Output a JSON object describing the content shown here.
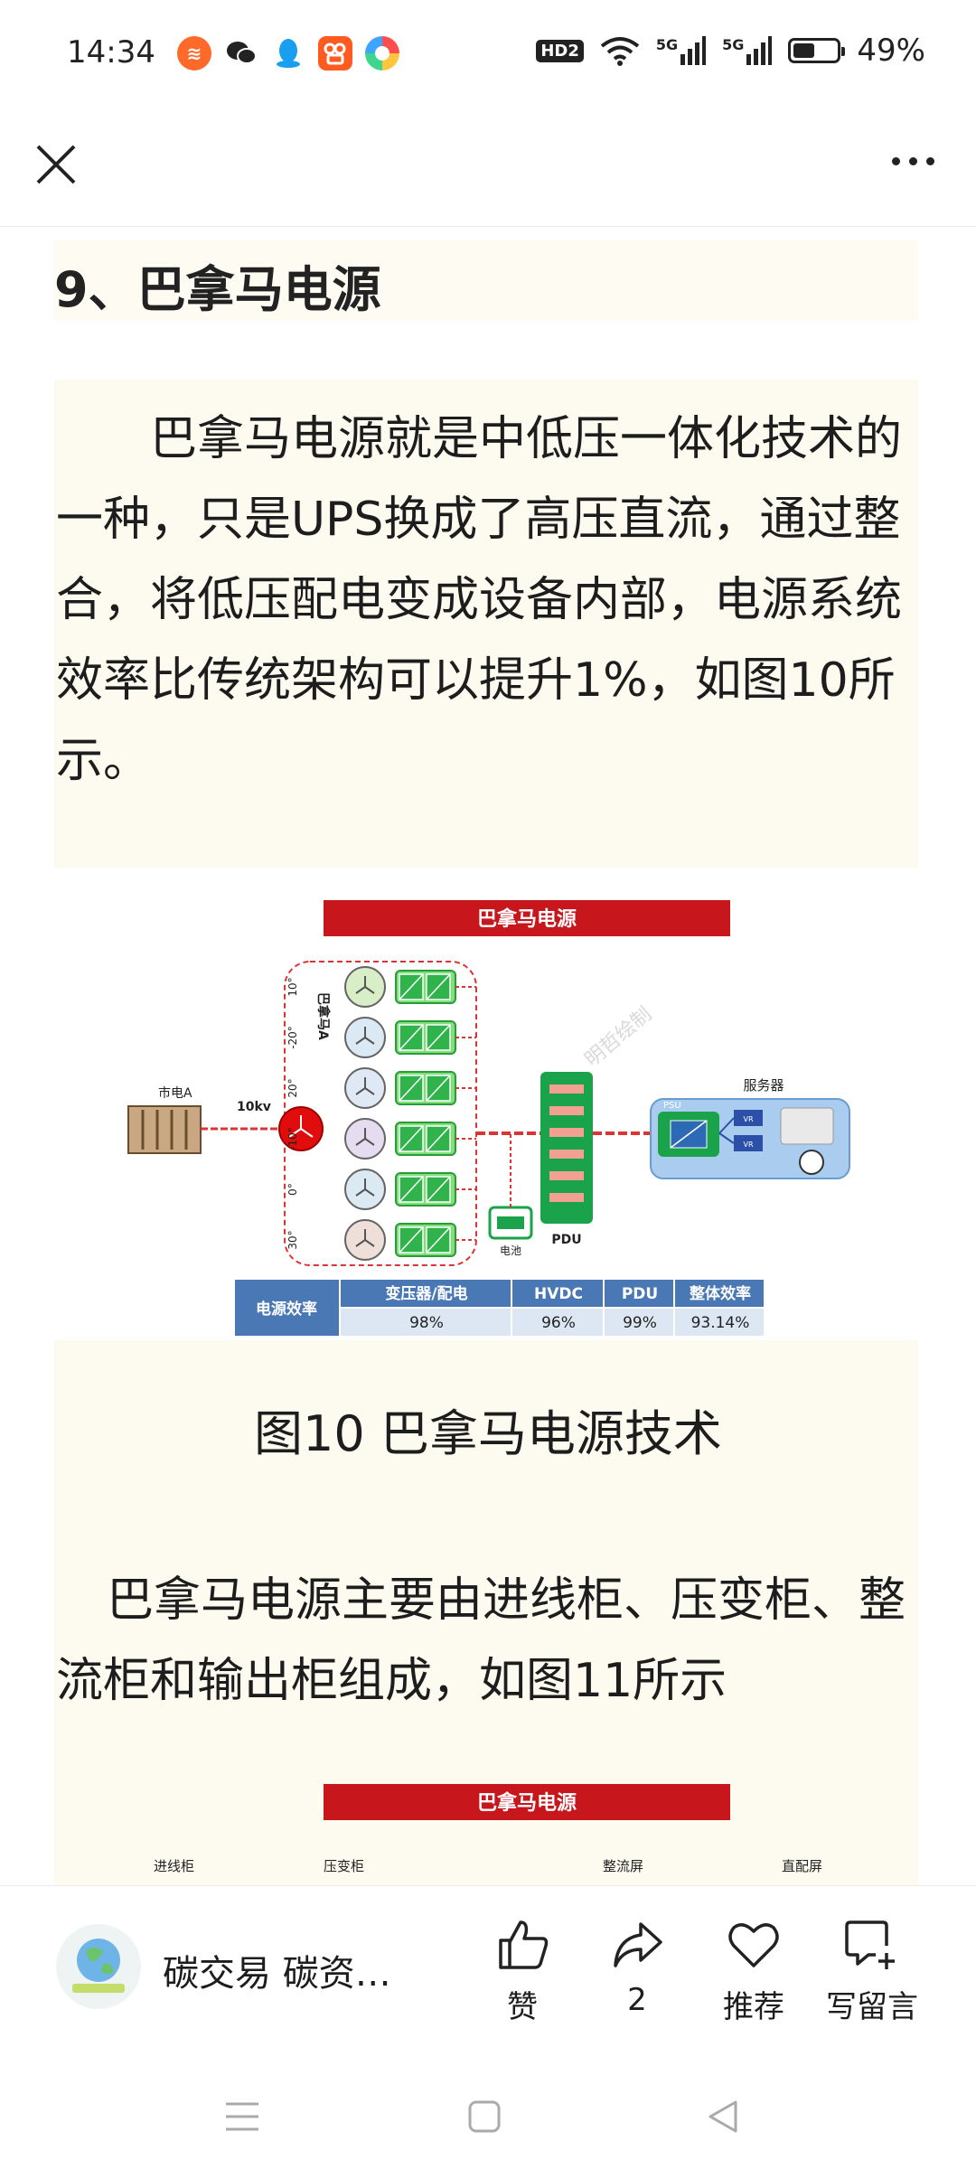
{
  "status_bar": {
    "time": "14:34",
    "apps": [
      "weibo-icon",
      "wechat-icon",
      "qq-icon",
      "kuaishou-icon",
      "browser-icon"
    ],
    "signal_badge": "HD2",
    "network_1": "5G",
    "network_2": "5G",
    "battery_percent": "49%",
    "battery_level": 0.49
  },
  "nav": {
    "close_icon": "close-icon",
    "more_icon": "more-icon"
  },
  "article": {
    "heading": "9、巴拿马电源",
    "paragraph1": "巴拿马电源就是中低压一体化技术的一种，只是UPS换成了高压直流，通过整合，将低压配电变成设备内部，电源系统效率比传统架构可以提升1%，如图10所示。",
    "figure": {
      "title": "巴拿马电源",
      "source_label": "市电A",
      "voltage_label": "10kv",
      "transformer_label": "巴拿马A",
      "phase_angles": [
        "10°",
        "-20°",
        "20°",
        "-10°",
        "0°",
        "30°"
      ],
      "pdu_label": "PDU",
      "battery_label": "电池",
      "server_label": "服务器",
      "psu_label": "PSU",
      "vr_label": "VR",
      "watermark": "明哲绘制",
      "table": {
        "row_header": "电源效率",
        "columns": [
          "变压器/配电",
          "HVDC",
          "PDU",
          "整体效率"
        ],
        "values": [
          "98%",
          "96%",
          "99%",
          "93.14%"
        ]
      }
    },
    "caption": "图10 巴拿马电源技术",
    "paragraph2": "巴拿马电源主要由进线柜、压变柜、整流柜和输出柜组成，如图11所示",
    "figure2": {
      "title": "巴拿马电源",
      "labels": [
        "进线柜",
        "压变柜",
        "整流屏",
        "直配屏"
      ]
    }
  },
  "action_bar": {
    "account_name": "碳交易 碳资…",
    "like_label": "赞",
    "share_count": "2",
    "recommend_label": "推荐",
    "comment_label": "写留言"
  },
  "colors": {
    "figure_red": "#c8161d",
    "table_blue": "#4a78b5",
    "module_green": "#7fe07a"
  }
}
